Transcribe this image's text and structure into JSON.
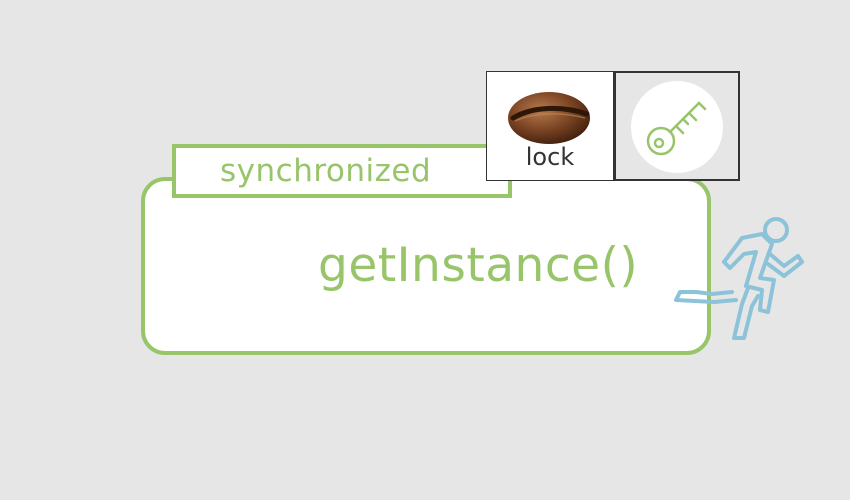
{
  "diagram": {
    "sync_label": "synchronized",
    "method_label": "getInstance()",
    "lock_label": "lock",
    "icons": {
      "lock_image": "coffee-bean-icon",
      "key": "key-icon",
      "runner": "running-thread-icon"
    },
    "colors": {
      "background": "#e6e6e6",
      "accent_green": "#98c46a",
      "runner_blue": "#8cc3d9",
      "text_dark": "#333333"
    }
  }
}
